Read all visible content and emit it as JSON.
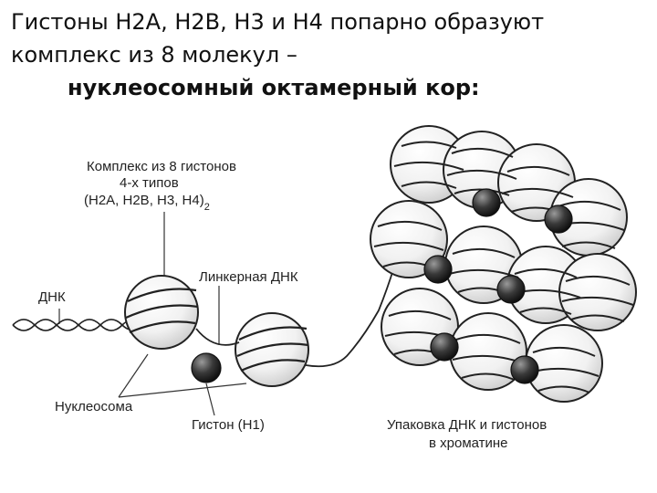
{
  "heading": {
    "line1": "Гистоны H2A, H2B, H3 и H4 попарно образуют",
    "line2": "комплекс из 8 молекул –",
    "line3": "нуклеосомный октамерный кор:"
  },
  "labels": {
    "complex_line1": "Комплекс из 8 гистонов",
    "complex_line2": "4-х типов",
    "complex_line3": "(H2A, H2B, H3, H4)",
    "complex_subscript": "2",
    "dna": "ДНК",
    "linker_dna": "Линкерная ДНК",
    "nucleosome": "Нуклеосома",
    "histone_h1": "Гистон (H1)",
    "packing_line1": "Упаковка ДНК и гистонов",
    "packing_line2": "в хроматине"
  }
}
